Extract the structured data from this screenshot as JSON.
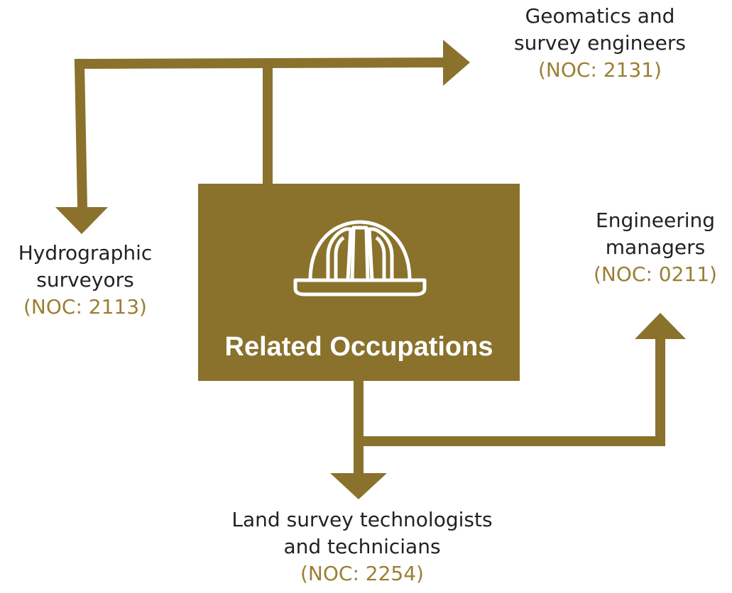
{
  "diagram": {
    "center": {
      "title": "Related Occupations",
      "icon": "hard-hat-icon"
    },
    "colors": {
      "accent": "#8a722d",
      "noc_text": "#9a7f33",
      "label_text": "#222222",
      "background": "#ffffff"
    },
    "occupations": {
      "geomatics": {
        "name_line1": "Geomatics and",
        "name_line2": "survey engineers",
        "noc": "(NOC: 2131)"
      },
      "hydrographic": {
        "name_line1": "Hydrographic",
        "name_line2": "surveyors",
        "noc": "(NOC: 2113)"
      },
      "engineering_managers": {
        "name_line1": "Engineering",
        "name_line2": "managers",
        "noc": "(NOC: 0211)"
      },
      "land_survey": {
        "name_line1": "Land survey technologists",
        "name_line2": "and technicians",
        "noc": "(NOC: 2254)"
      }
    }
  }
}
